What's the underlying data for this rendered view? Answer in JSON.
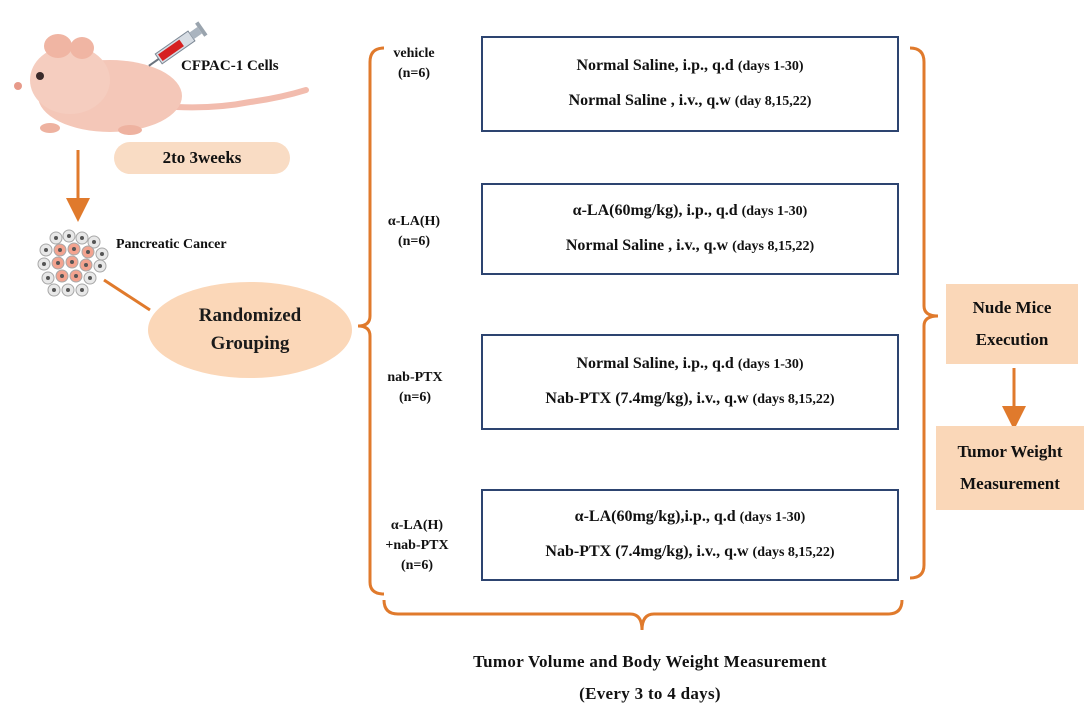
{
  "inoculation": {
    "cells_label": "CFPAC-1 Cells",
    "duration": "2to 3weeks"
  },
  "cancer_label": "Pancreatic Cancer",
  "randomized": {
    "line1": "Randomized",
    "line2": "Grouping"
  },
  "groups": [
    {
      "name_line1": "vehicle",
      "name_line2": "(n=6)",
      "name_line3": "",
      "treat1_main": "Normal Saline, i.p., q.d",
      "treat1_days": "(days 1-30)",
      "treat2_main": "Normal Saline , i.v., q.w",
      "treat2_days": "(day 8,15,22)"
    },
    {
      "name_line1": "α-LA(H)",
      "name_line2": "(n=6)",
      "name_line3": "",
      "treat1_main": "α-LA(60mg/kg), i.p., q.d",
      "treat1_days": "(days 1-30)",
      "treat2_main": "Normal Saline , i.v., q.w",
      "treat2_days": "(days 8,15,22)"
    },
    {
      "name_line1": "nab-PTX",
      "name_line2": "(n=6)",
      "name_line3": "",
      "treat1_main": "Normal Saline, i.p., q.d",
      "treat1_days": "(days 1-30)",
      "treat2_main": "Nab-PTX (7.4mg/kg), i.v., q.w",
      "treat2_days": "(days 8,15,22)"
    },
    {
      "name_line1": "α-LA(H)",
      "name_line2": "+nab-PTX",
      "name_line3": "(n=6)",
      "treat1_main": "α-LA(60mg/kg),i.p., q.d",
      "treat1_days": "(days 1-30)",
      "treat2_main": "Nab-PTX (7.4mg/kg), i.v., q.w",
      "treat2_days": "(days 8,15,22)"
    }
  ],
  "outcomes": {
    "execution_line1": "Nude Mice",
    "execution_line2": "Execution",
    "weight_line1": "Tumor Weight",
    "weight_line2": "Measurement"
  },
  "bottom": {
    "line1": "Tumor  Volume  and  Body Weight Measurement",
    "line2": "(Every 3 to 4 days)"
  },
  "colors": {
    "arrow": "#e07a2c",
    "box_border": "#2d4470",
    "peach": "#fbd7b8"
  }
}
